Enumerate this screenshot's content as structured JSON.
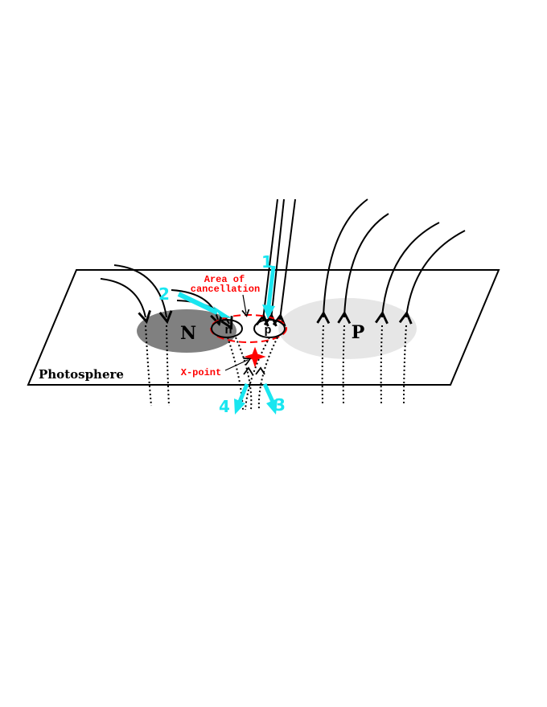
{
  "labels": {
    "photosphere": "Photosphere",
    "negative_region": "N",
    "positive_region": "P",
    "small_negative": "n",
    "small_positive": "p",
    "area_line1": "Area of",
    "area_line2": "cancellation",
    "x_point": "X-point",
    "flow_1": "1",
    "flow_2": "2",
    "flow_3": "3",
    "flow_4": "4"
  },
  "colors": {
    "cyan": "#19e6f0",
    "red": "#ff0000",
    "dark_region": "#808080",
    "light_region": "#e6e6e6",
    "line": "#000000"
  }
}
